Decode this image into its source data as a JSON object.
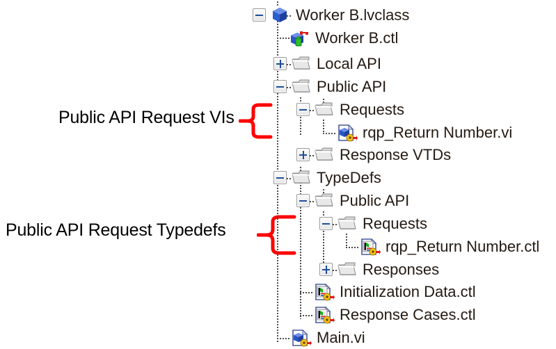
{
  "view": {
    "title": "LabVIEW Project Explorer Tree",
    "background_color": "#ffffff",
    "text_color": "#231a12",
    "annotation_color": "#ff0000",
    "annotation_text_color": "#000000"
  },
  "annotations": [
    {
      "id": "public-api-request-vis",
      "label": "Public API Request VIs"
    },
    {
      "id": "public-api-request-typedefs",
      "label": "Public API Request Typedefs"
    }
  ],
  "tree": {
    "items": [
      {
        "label": "Worker B.lvclass",
        "depth": 0,
        "icon": "lvclass-icon",
        "expander": "minus"
      },
      {
        "label": "Worker B.ctl",
        "depth": 1,
        "icon": "class-private-data-icon",
        "expander": "none"
      },
      {
        "label": "Local API",
        "depth": 1,
        "icon": "folder-icon",
        "expander": "plus"
      },
      {
        "label": "Public API",
        "depth": 1,
        "icon": "folder-icon",
        "expander": "minus"
      },
      {
        "label": "Requests",
        "depth": 2,
        "icon": "folder-icon",
        "expander": "minus"
      },
      {
        "label": "rqp_Return Number.vi",
        "depth": 3,
        "icon": "vi-icon",
        "expander": "none"
      },
      {
        "label": "Response VTDs",
        "depth": 2,
        "icon": "folder-icon",
        "expander": "plus"
      },
      {
        "label": "TypeDefs",
        "depth": 1,
        "icon": "folder-icon",
        "expander": "minus"
      },
      {
        "label": "Public API",
        "depth": 2,
        "icon": "folder-icon",
        "expander": "minus"
      },
      {
        "label": "Requests",
        "depth": 3,
        "icon": "folder-icon",
        "expander": "minus"
      },
      {
        "label": "rqp_Return Number.ctl",
        "depth": 4,
        "icon": "ctl-icon",
        "expander": "none"
      },
      {
        "label": "Responses",
        "depth": 3,
        "icon": "folder-icon",
        "expander": "plus"
      },
      {
        "label": "Initialization Data.ctl",
        "depth": 2,
        "icon": "ctl-icon",
        "expander": "none"
      },
      {
        "label": "Response Cases.ctl",
        "depth": 2,
        "icon": "ctl-icon",
        "expander": "none"
      },
      {
        "label": "Main.vi",
        "depth": 1,
        "icon": "vi-icon",
        "expander": "none"
      }
    ]
  }
}
